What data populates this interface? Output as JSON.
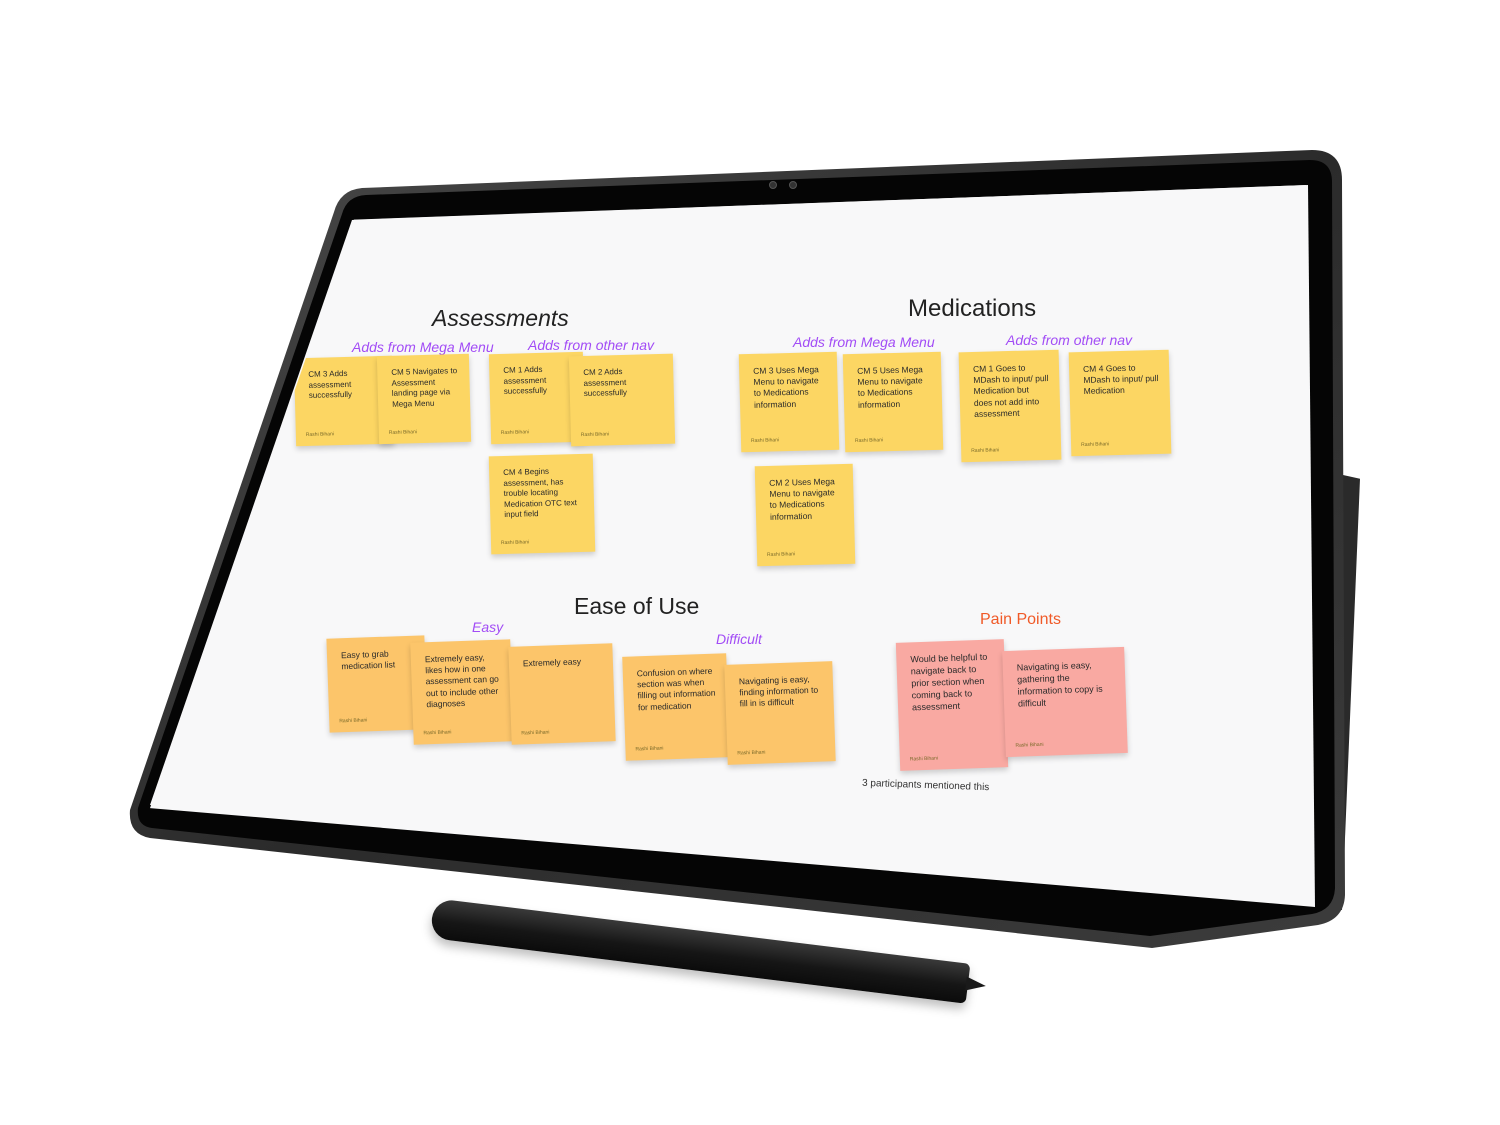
{
  "assessments": {
    "title": "Assessments",
    "sub_mega": "Adds from Mega Menu",
    "sub_other": "Adds from other nav",
    "notes": [
      {
        "text": "CM 3 Adds assessment successfully",
        "author": "Rashi Bihani"
      },
      {
        "text": "CM 5 Navigates to Assessment landing page via Mega Menu",
        "author": "Rashi Bihani"
      },
      {
        "text": "CM 1 Adds assessment successfully",
        "author": "Rashi Bihani"
      },
      {
        "text": "CM 2 Adds assessment successfully",
        "author": "Rashi Bihani"
      },
      {
        "text": "CM 4 Begins assessment, has trouble locating Medication OTC text input field",
        "author": "Rashi Bihani"
      }
    ]
  },
  "medications": {
    "title": "Medications",
    "sub_mega": "Adds from Mega Menu",
    "sub_other": "Adds from other nav",
    "notes": [
      {
        "text": "CM 3 Uses Mega Menu to navigate to Medications information",
        "author": "Rashi Bihani"
      },
      {
        "text": "CM 5 Uses Mega Menu to navigate to Medications information",
        "author": "Rashi Bihani"
      },
      {
        "text": "CM 1 Goes to MDash to input/ pull Medication but does not add into assessment",
        "author": "Rashi Bihani"
      },
      {
        "text": "CM 4 Goes to MDash to input/ pull Medication",
        "author": "Rashi Bihani"
      },
      {
        "text": "CM 2 Uses Mega Menu to navigate to Medications information",
        "author": "Rashi Bihani"
      }
    ]
  },
  "ease": {
    "title": "Ease of Use",
    "sub_easy": "Easy",
    "sub_difficult": "Difficult",
    "notes": [
      {
        "text": "Easy to grab medication list",
        "author": "Rashi Bihani"
      },
      {
        "text": "Extremely easy, likes how in one assessment can go out to include other diagnoses",
        "author": "Rashi Bihani"
      },
      {
        "text": "Extremely easy",
        "author": "Rashi Bihani"
      },
      {
        "text": "Confusion on where section was when filling out information for medication",
        "author": "Rashi Bihani"
      },
      {
        "text": "Navigating is easy, finding information to fill in is difficult",
        "author": "Rashi Bihani"
      }
    ]
  },
  "pain": {
    "title": "Pain Points",
    "notes": [
      {
        "text": "Would be helpful to navigate back to prior section when coming back to assessment",
        "author": "Rashi Bihani"
      },
      {
        "text": "Navigating is easy, gathering the information to copy is difficult",
        "author": "Rashi Bihani"
      }
    ],
    "caption": "3 participants mentioned this"
  },
  "colors": {
    "sticky_yellow": "#fcd663",
    "sticky_orange": "#fcc56a",
    "sticky_pink": "#f9a9a2",
    "subtitle_purple": "#a24cf6",
    "pain_red": "#f05a28"
  }
}
